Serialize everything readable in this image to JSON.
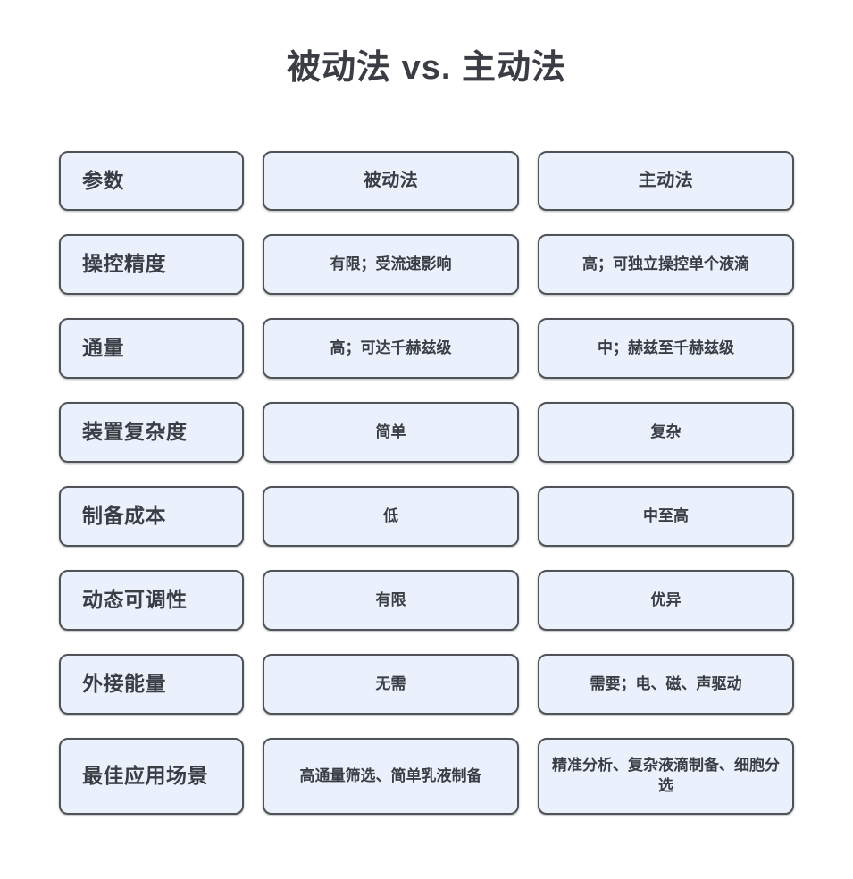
{
  "title": "被动法 vs. 主动法",
  "table": {
    "headers": [
      "参数",
      "被动法",
      "主动法"
    ],
    "rows": [
      {
        "param": "操控精度",
        "passive": "有限；受流速影响",
        "active": "高；可独立操控单个液滴"
      },
      {
        "param": "通量",
        "passive": "高；可达千赫兹级",
        "active": "中；赫兹至千赫兹级"
      },
      {
        "param": "装置复杂度",
        "passive": "简单",
        "active": "复杂"
      },
      {
        "param": "制备成本",
        "passive": "低",
        "active": "中至高"
      },
      {
        "param": "动态可调性",
        "passive": "有限",
        "active": "优异"
      },
      {
        "param": "外接能量",
        "passive": "无需",
        "active": "需要；电、磁、声驱动"
      },
      {
        "param": "最佳应用场景",
        "passive": "高通量筛选、简单乳液制备",
        "active": "精准分析、复杂液滴制备、细胞分选"
      }
    ]
  },
  "colors": {
    "box_fill": "#EBF1FC",
    "box_border": "#4F5358",
    "text_color": "#3A3E44",
    "page_bg": "#FFFFFF"
  }
}
